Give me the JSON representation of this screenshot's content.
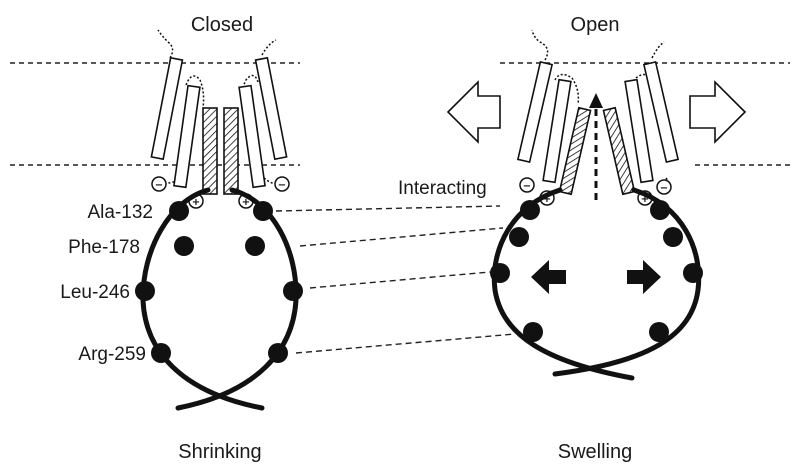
{
  "states": {
    "closed": "Closed",
    "open": "Open",
    "shrinking": "Shrinking",
    "swelling": "Swelling"
  },
  "residues": {
    "ala": "Ala-132",
    "phe": "Phe-178",
    "leu": "Leu-246",
    "arg": "Arg-259"
  },
  "interacting": "Interacting",
  "charges": {
    "positive": "+",
    "negative": "−"
  },
  "icons": {
    "arrow_left": "arrow-left-icon",
    "arrow_right": "arrow-right-icon"
  }
}
